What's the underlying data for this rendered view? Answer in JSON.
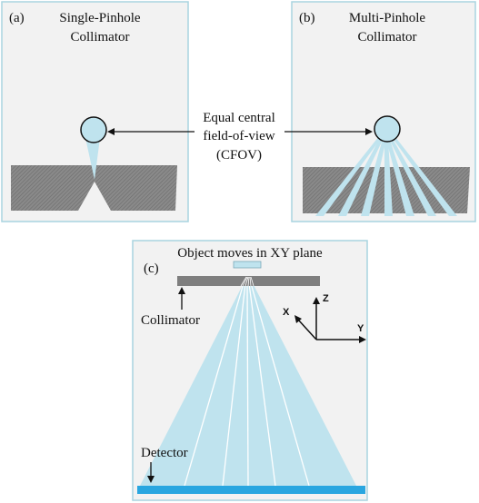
{
  "panel_a": {
    "tag": "(a)",
    "title_line1": "Single-Pinhole",
    "title_line2": "Collimator"
  },
  "panel_b": {
    "tag": "(b)",
    "title_line1": "Multi-Pinhole",
    "title_line2": "Collimator"
  },
  "center_label": {
    "line1": "Equal central",
    "line2": "field-of-view",
    "line3": "(CFOV)"
  },
  "panel_c": {
    "tag": "(c)",
    "object_caption": "Object moves in XY plane",
    "collimator_label": "Collimator",
    "detector_label": "Detector",
    "axes": {
      "x": "X",
      "y": "Y",
      "z": "Z"
    }
  },
  "colors": {
    "panel_border": "#a9d4e0",
    "panel_fill": "#f2f2f2",
    "beam": "#bfe3ee",
    "collimator": "#7f7f7f",
    "detector": "#29a6e0"
  }
}
